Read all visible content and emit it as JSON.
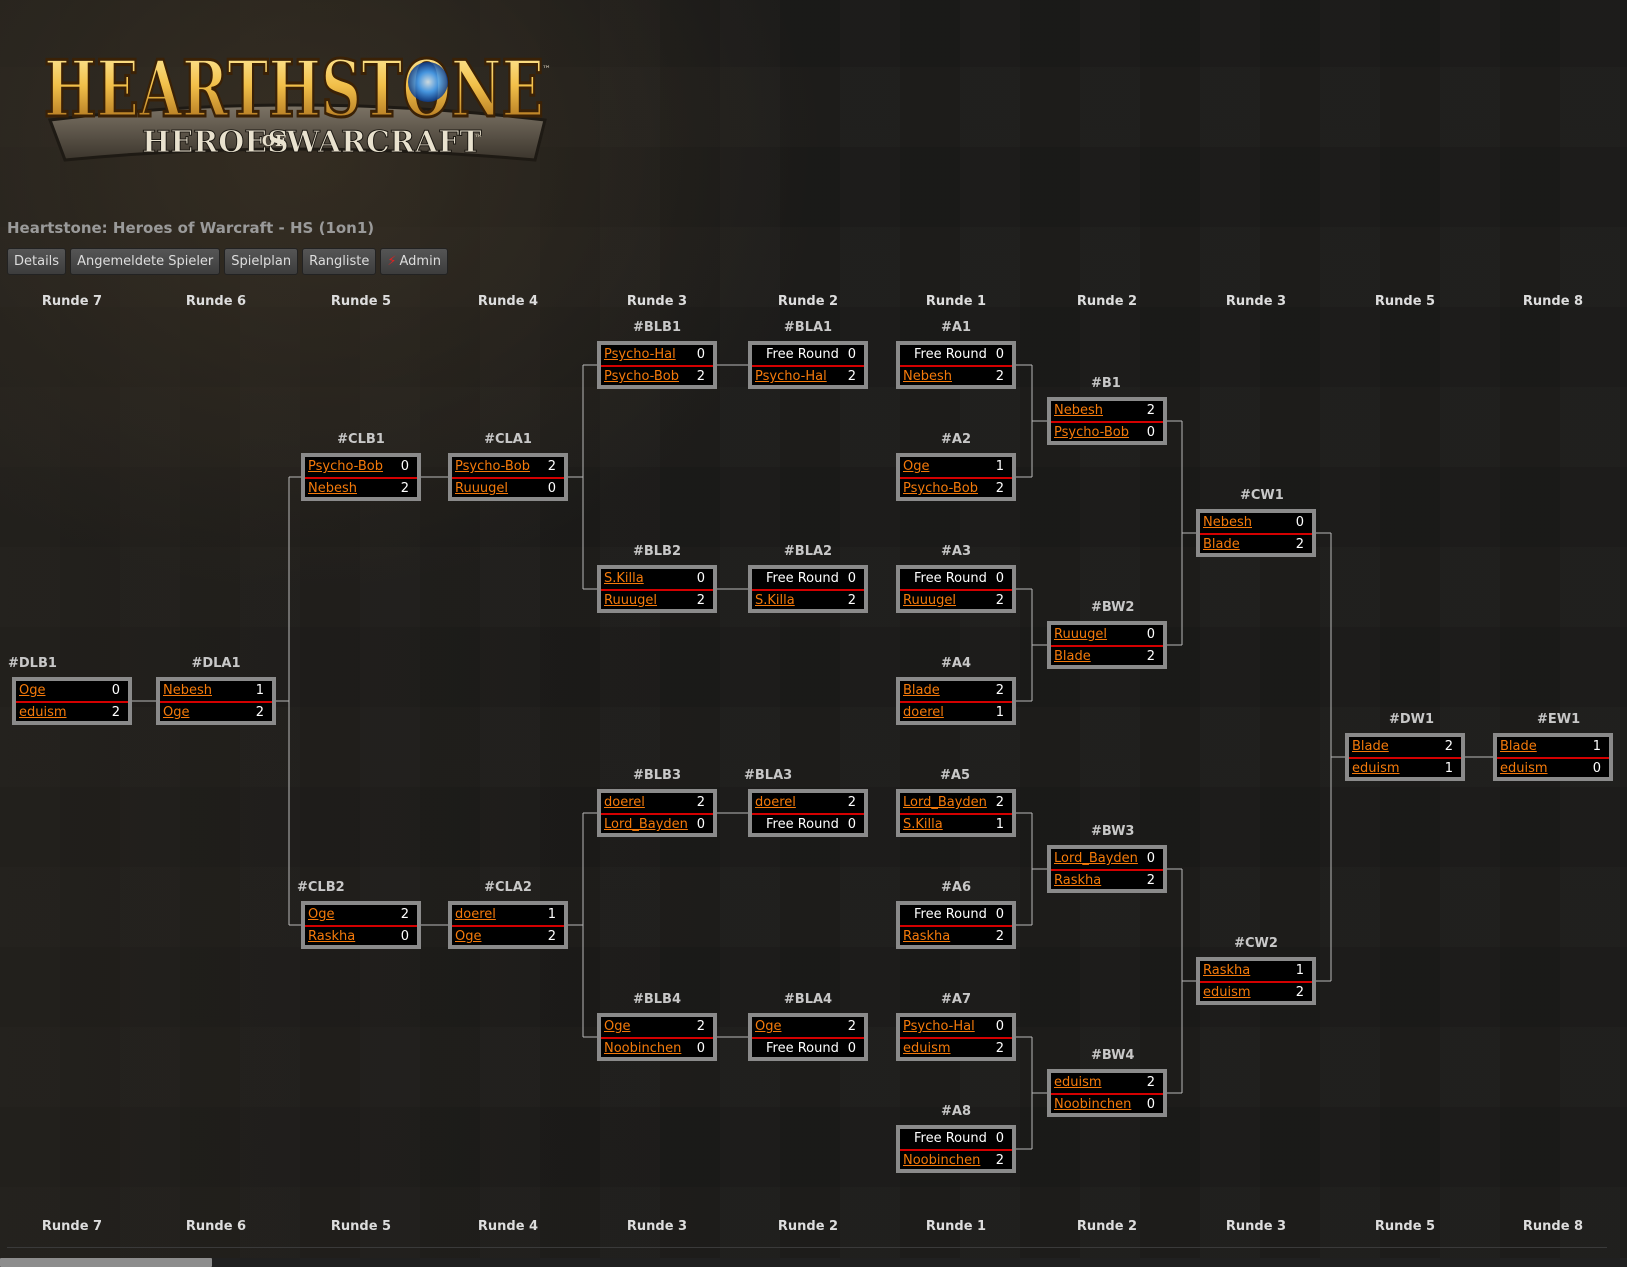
{
  "logo": {
    "title": "HEARTHSTONE",
    "subtitle_a": "HEROES",
    "subtitle_of": "OF",
    "subtitle_b": "WARCRAFT",
    "tm": "™"
  },
  "page_title": "Heartstone: Heroes of Warcraft - HS (1on1)",
  "nav": [
    "Details",
    "Angemeldete Spieler",
    "Spielplan",
    "Rangliste",
    "Admin"
  ],
  "rounds": [
    "Runde 7",
    "Runde 6",
    "Runde 5",
    "Runde 4",
    "Runde 3",
    "Runde 2",
    "Runde 1",
    "Runde 2",
    "Runde 3",
    "Runde 5",
    "Runde 8"
  ],
  "matches": [
    {
      "id": "#DLB1",
      "p1": "Oge",
      "s1": "0",
      "p2": "eduism",
      "s2": "2"
    },
    {
      "id": "#DLA1",
      "p1": "Nebesh",
      "s1": "1",
      "p2": "Oge",
      "s2": "2"
    },
    {
      "id": "#CLB1",
      "p1": "Psycho-Bob",
      "s1": "0",
      "p2": "Nebesh",
      "s2": "2"
    },
    {
      "id": "#CLB2",
      "p1": "Oge",
      "s1": "2",
      "p2": "Raskha",
      "s2": "0"
    },
    {
      "id": "#CLA1",
      "p1": "Psycho-Bob",
      "s1": "2",
      "p2": "Ruuugel",
      "s2": "0"
    },
    {
      "id": "#CLA2",
      "p1": "doerel",
      "s1": "1",
      "p2": "Oge",
      "s2": "2"
    },
    {
      "id": "#BLB1",
      "p1": "Psycho-Hal",
      "s1": "0",
      "p2": "Psycho-Bob",
      "s2": "2"
    },
    {
      "id": "#BLB2",
      "p1": "S.Killa",
      "s1": "0",
      "p2": "Ruuugel",
      "s2": "2"
    },
    {
      "id": "#BLB3",
      "p1": "doerel",
      "s1": "2",
      "p2": "Lord_Bayden",
      "s2": "0"
    },
    {
      "id": "#BLB4",
      "p1": "Oge",
      "s1": "2",
      "p2": "Noobinchen",
      "s2": "0"
    },
    {
      "id": "#BLA1",
      "p1": "Free Round",
      "s1": "0",
      "p2": "Psycho-Hal",
      "s2": "2"
    },
    {
      "id": "#BLA2",
      "p1": "Free Round",
      "s1": "0",
      "p2": "S.Killa",
      "s2": "2"
    },
    {
      "id": "#BLA3",
      "p1": "doerel",
      "s1": "2",
      "p2": "Free Round",
      "s2": "0"
    },
    {
      "id": "#BLA4",
      "p1": "Oge",
      "s1": "2",
      "p2": "Free Round",
      "s2": "0"
    },
    {
      "id": "#A1",
      "p1": "Free Round",
      "s1": "0",
      "p2": "Nebesh",
      "s2": "2"
    },
    {
      "id": "#A2",
      "p1": "Oge",
      "s1": "1",
      "p2": "Psycho-Bob",
      "s2": "2"
    },
    {
      "id": "#A3",
      "p1": "Free Round",
      "s1": "0",
      "p2": "Ruuugel",
      "s2": "2"
    },
    {
      "id": "#A4",
      "p1": "Blade",
      "s1": "2",
      "p2": "doerel",
      "s2": "1"
    },
    {
      "id": "#A5",
      "p1": "Lord_Bayden",
      "s1": "2",
      "p2": "S.Killa",
      "s2": "1"
    },
    {
      "id": "#A6",
      "p1": "Free Round",
      "s1": "0",
      "p2": "Raskha",
      "s2": "2"
    },
    {
      "id": "#A7",
      "p1": "Psycho-Hal",
      "s1": "0",
      "p2": "eduism",
      "s2": "2"
    },
    {
      "id": "#A8",
      "p1": "Free Round",
      "s1": "0",
      "p2": "Noobinchen",
      "s2": "2"
    },
    {
      "id": "#B1",
      "p1": "Nebesh",
      "s1": "2",
      "p2": "Psycho-Bob",
      "s2": "0"
    },
    {
      "id": "#BW2",
      "p1": "Ruuugel",
      "s1": "0",
      "p2": "Blade",
      "s2": "2"
    },
    {
      "id": "#BW3",
      "p1": "Lord_Bayden",
      "s1": "0",
      "p2": "Raskha",
      "s2": "2"
    },
    {
      "id": "#BW4",
      "p1": "eduism",
      "s1": "2",
      "p2": "Noobinchen",
      "s2": "0"
    },
    {
      "id": "#CW1",
      "p1": "Nebesh",
      "s1": "0",
      "p2": "Blade",
      "s2": "2"
    },
    {
      "id": "#CW2",
      "p1": "Raskha",
      "s1": "1",
      "p2": "eduism",
      "s2": "2"
    },
    {
      "id": "#DW1",
      "p1": "Blade",
      "s1": "2",
      "p2": "eduism",
      "s2": "1"
    },
    {
      "id": "#EW1",
      "p1": "Blade",
      "s1": "1",
      "p2": "eduism",
      "s2": "0"
    }
  ]
}
